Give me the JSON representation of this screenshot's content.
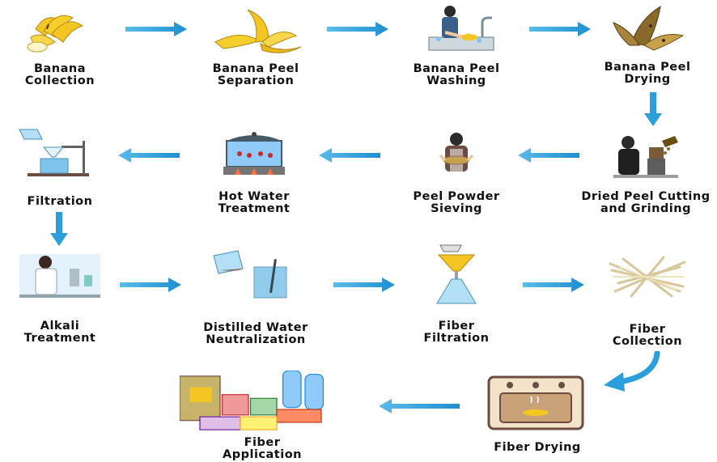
{
  "colors": {
    "arrow": "#2a9fdc",
    "label": "#111111",
    "banana": "#f3c623",
    "water": "#7fc4ea"
  },
  "steps": {
    "s1": {
      "line1": "Banana",
      "line2": "Collection",
      "icon": "banana-bunch-icon"
    },
    "s2": {
      "line1": "Banana Peel",
      "line2": "Separation",
      "icon": "banana-peel-icon"
    },
    "s3": {
      "line1": "Banana Peel",
      "line2": "Washing",
      "icon": "washing-person-icon"
    },
    "s4": {
      "line1": "Banana Peel",
      "line2": "Drying",
      "icon": "dried-peel-icon"
    },
    "s5": {
      "line1": "Dried Peel Cutting",
      "line2": "and Grinding",
      "icon": "grinder-icon"
    },
    "s6": {
      "line1": "Peel Powder",
      "line2": "Sieving",
      "icon": "sieving-person-icon"
    },
    "s7": {
      "line1": "Hot Water",
      "line2": "Treatment",
      "icon": "hot-pot-icon"
    },
    "s8": {
      "line1": "Filtration",
      "line2": "",
      "icon": "filtration-setup-icon"
    },
    "s9": {
      "line1": "Alkali",
      "line2": "Treatment",
      "icon": "lab-scientist-icon"
    },
    "s10": {
      "line1": "Distilled Water",
      "line2": "Neutralization",
      "icon": "beaker-pour-icon"
    },
    "s11": {
      "line1": "Fiber",
      "line2": "Filtration",
      "icon": "funnel-flask-icon"
    },
    "s12": {
      "line1": "Fiber",
      "line2": "Collection",
      "icon": "fiber-bundle-icon"
    },
    "s13": {
      "line1": "Fiber Drying",
      "line2": "",
      "icon": "oven-icon"
    },
    "s14": {
      "line1": "Fiber",
      "line2": "Application",
      "icon": "packaging-products-icon"
    }
  }
}
